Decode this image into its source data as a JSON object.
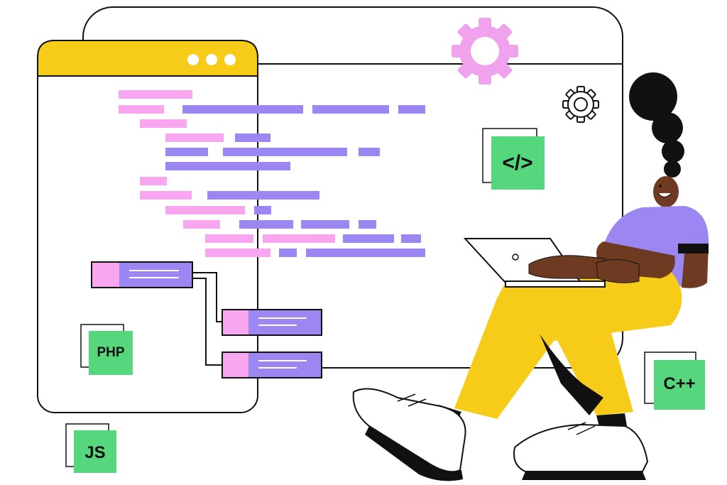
{
  "badges": {
    "code": "</>",
    "php": "PHP",
    "js": "JS",
    "cpp": "C++"
  },
  "colors": {
    "window_bar": "#f7cc19",
    "syntax_pink": "#f7a6ef",
    "syntax_purple": "#9b86f2",
    "badge_green": "#56d77e",
    "gear_pink": "#f0a2ec",
    "pants": "#f7cc19",
    "shirt": "#9b86f2",
    "skin": "#6e3b22"
  },
  "icons": [
    "gear-icon",
    "cog-outline-icon",
    "window-dots-icon",
    "code-tag-icon"
  ]
}
